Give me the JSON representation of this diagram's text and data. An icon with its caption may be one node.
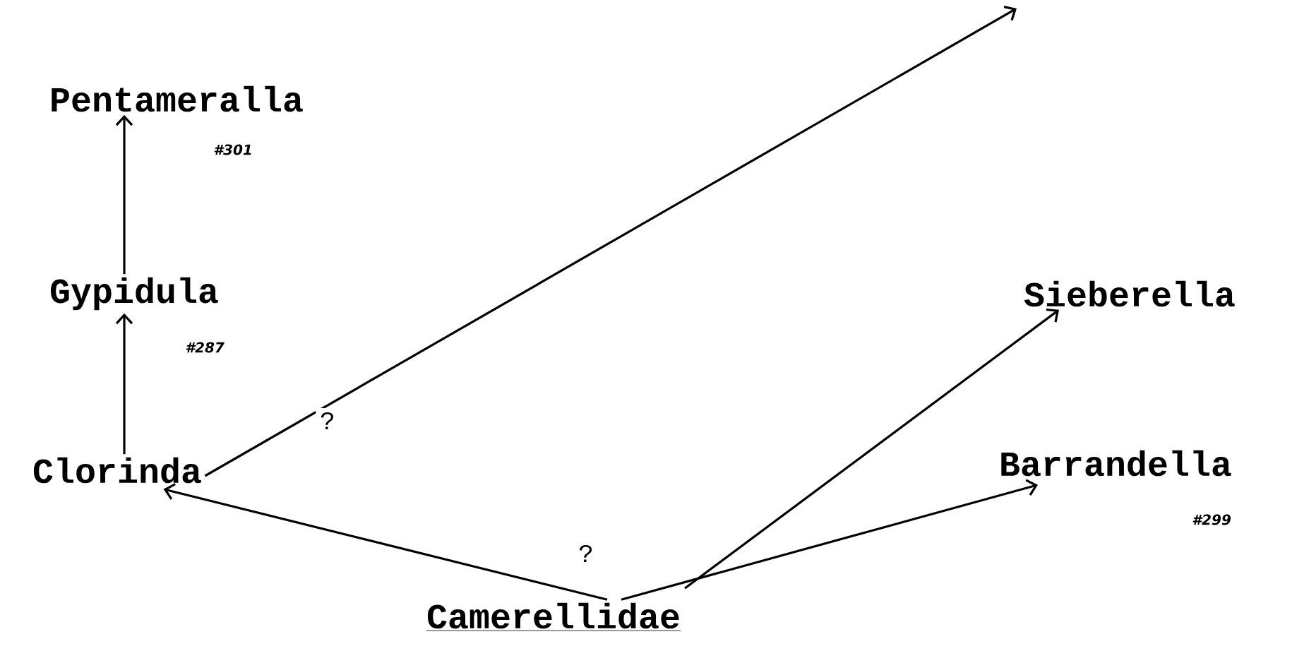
{
  "diagram": {
    "nodes": [
      {
        "text": [
          "Pentameralla"
        ],
        "beside": [
          "#301"
        ]
      },
      {
        "text": [
          "Gypidula"
        ],
        "beside": [
          "#287"
        ]
      },
      {
        "text": [
          "Clorinda"
        ]
      },
      {
        "text": [
          "Sieberella"
        ]
      },
      {
        "text": [
          "Barrandella"
        ],
        "beside": [
          "#299"
        ]
      },
      {
        "text": [
          "Camerellidae"
        ]
      }
    ],
    "edges": [
      {
        "from": 1,
        "to": 0,
        "arrow": "to"
      },
      {
        "from": 2,
        "to": 1,
        "arrow": "to"
      },
      {
        "from": 2,
        "to": null,
        "arrow": "to",
        "label": "?"
      },
      {
        "from": 5,
        "to": 2,
        "arrow": "to"
      },
      {
        "from": 5,
        "to": 4,
        "arrow": "to",
        "label": "?"
      },
      {
        "from": 5,
        "to": 3,
        "arrow": "to"
      }
    ]
  }
}
